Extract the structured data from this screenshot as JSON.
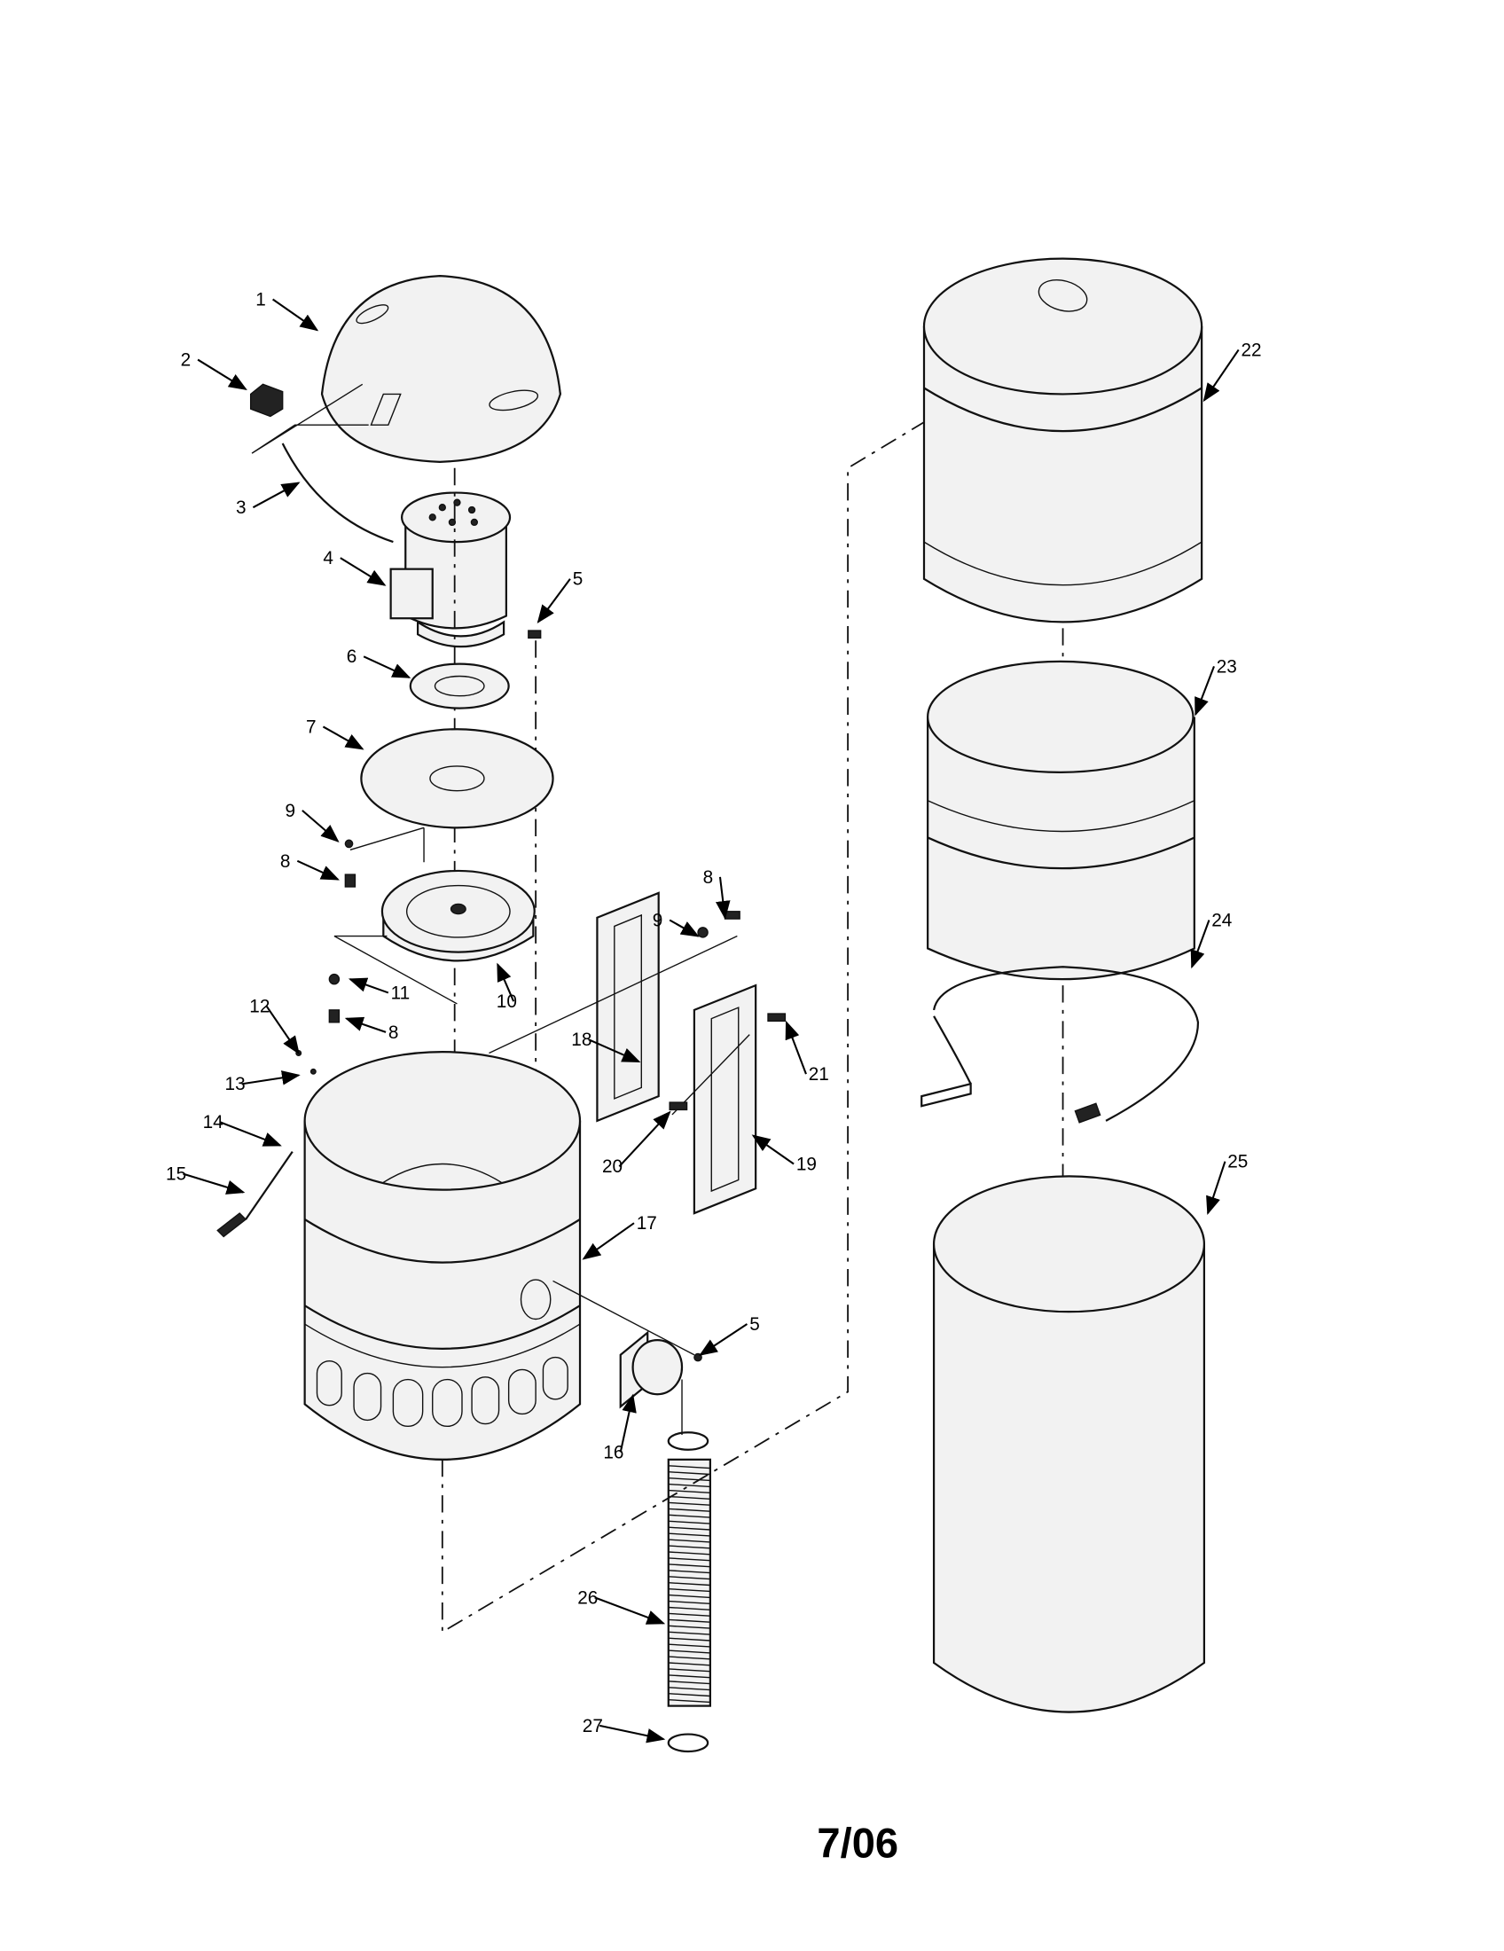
{
  "diagram": {
    "callouts": [
      "1",
      "2",
      "3",
      "4",
      "5",
      "6",
      "7",
      "9",
      "8",
      "10",
      "11",
      "8",
      "12",
      "13",
      "14",
      "15",
      "17",
      "16",
      "5",
      "26",
      "27",
      "18",
      "20",
      "19",
      "21",
      "9",
      "8",
      "22",
      "23",
      "24",
      "25"
    ],
    "date_code": "7/06"
  }
}
